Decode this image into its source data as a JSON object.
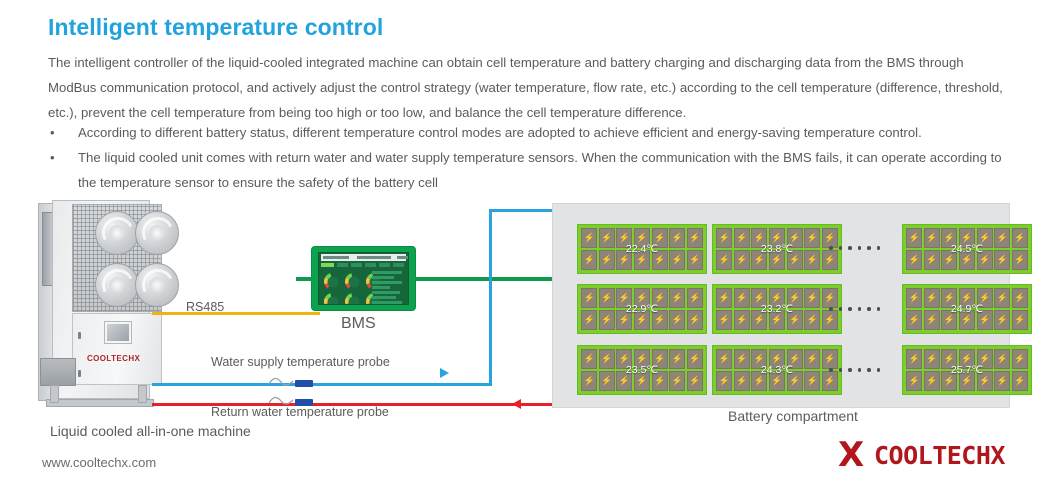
{
  "heading": "Intelligent temperature control",
  "paragraph": "The intelligent controller of the liquid-cooled integrated machine can obtain cell temperature and battery charging and discharging data from the BMS through ModBus communication protocol, and actively adjust the control strategy (water temperature, flow rate, etc.) according to the cell temperature (difference, threshold, etc.), prevent the cell temperature from being too high or too low, and balance the cell temperature difference.",
  "bullets": [
    "According to different battery status, different temperature control modes are adopted to achieve efficient and energy-saving temperature control.",
    "The liquid cooled unit comes with return water and water supply temperature sensors. When the communication with the BMS fails, it can operate according to the temperature sensor to ensure the safety of the battery cell"
  ],
  "bullet_marker": "•",
  "diagram": {
    "chiller_label": "Liquid cooled all-in-one machine",
    "chiller_logo": "COOLTECHX",
    "bms_label": "BMS",
    "rs485_label": "RS485",
    "supply_probe_label": "Water supply temperature probe",
    "return_probe_label": "Return water temperature probe",
    "compartment_label": "Battery compartment",
    "ellipsis_dots": 6,
    "rack_columns": 7,
    "rack_rows": 2,
    "cell_icon": "lightning-bolt-icon",
    "racks": [
      {
        "column": 1,
        "row": 1,
        "temperature": "22.4℃"
      },
      {
        "column": 1,
        "row": 2,
        "temperature": "22.9℃"
      },
      {
        "column": 1,
        "row": 3,
        "temperature": "23.5℃"
      },
      {
        "column": 2,
        "row": 1,
        "temperature": "23.8℃"
      },
      {
        "column": 2,
        "row": 2,
        "temperature": "23.2℃"
      },
      {
        "column": 2,
        "row": 3,
        "temperature": "24.3℃"
      },
      {
        "column": 3,
        "row": 1,
        "temperature": "24.5℃"
      },
      {
        "column": 3,
        "row": 2,
        "temperature": "24.9℃"
      },
      {
        "column": 3,
        "row": 3,
        "temperature": "25.7℃"
      }
    ]
  },
  "footer": {
    "url": "www.cooltechx.com",
    "brand_mark": "X",
    "brand_name": "COOLTECHX"
  },
  "colors": {
    "heading": "#21a3dd",
    "supply_pipe": "#29a3e0",
    "return_pipe": "#e8202a",
    "comm_line": "#0f9b4c",
    "rs485_line": "#f0b411",
    "rack": "#7cce2b",
    "brand": "#b0161c"
  }
}
